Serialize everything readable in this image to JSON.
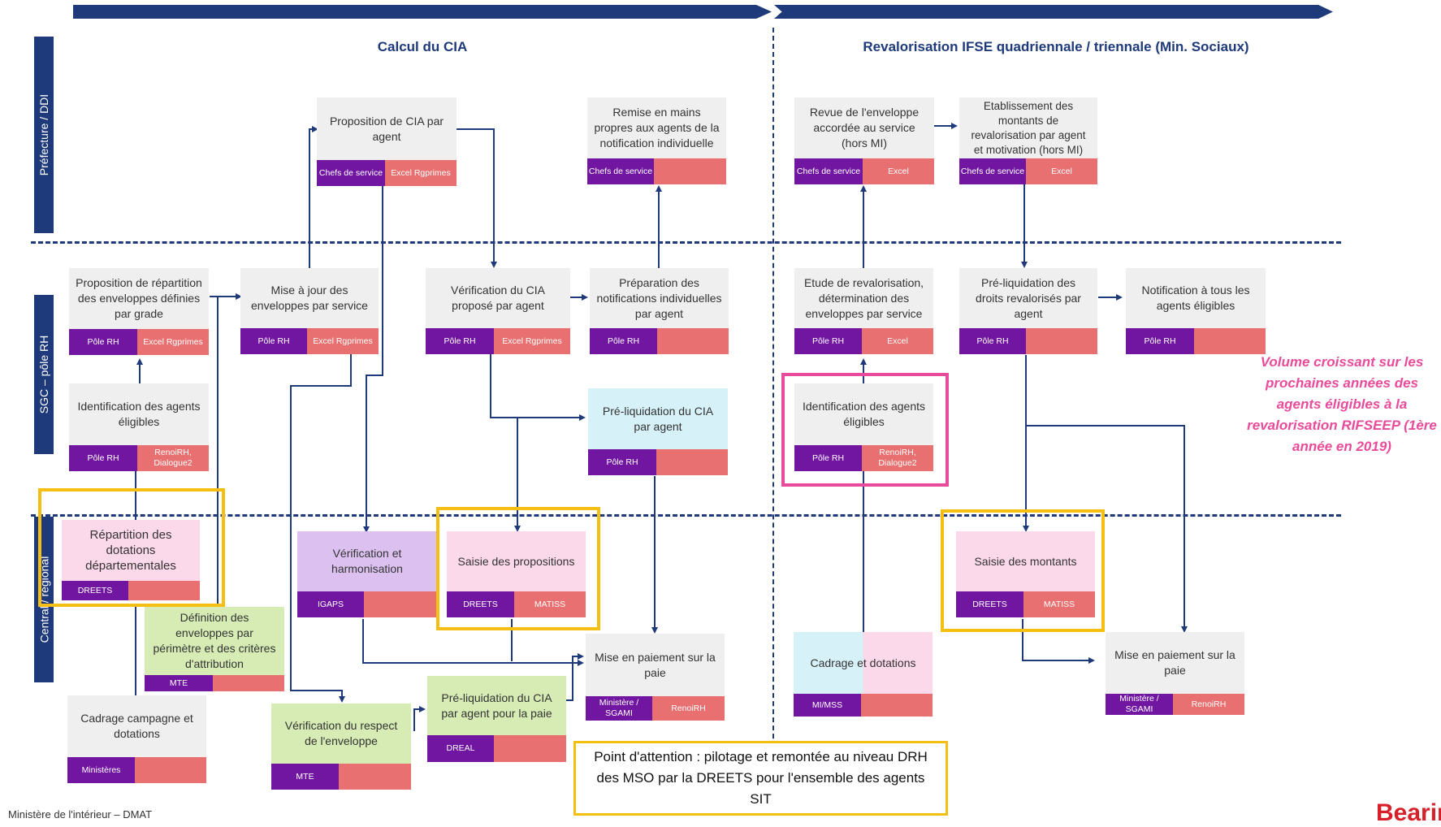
{
  "phases": {
    "left_title": "Calcul du CIA",
    "right_title": "Revalorisation IFSE quadriennale / triennale (Min. Sociaux)"
  },
  "lanes": {
    "prefecture": "Préfecture / DDI",
    "sgc": "SGC – pôle RH",
    "central": "Central / régional"
  },
  "boxes": {
    "proposition_repartition": {
      "text": "Proposition de répartition des enveloppes définies par grade",
      "actor": "Pôle RH",
      "tool": "Excel Rgprimes"
    },
    "identification_left": {
      "text": "Identification des agents éligibles",
      "actor": "Pôle RH",
      "tool": "RenoiRH, Dialogue2"
    },
    "repartition_dotations": {
      "text": "Répartition des dotations départementales",
      "actor": "DREETS",
      "tool": ""
    },
    "definition_enveloppes": {
      "text": "Définition des enveloppes par périmètre et des critères d'attribution",
      "actor": "MTE",
      "tool": ""
    },
    "cadrage_campagne": {
      "text": "Cadrage campagne et dotations",
      "actor": "Ministères",
      "tool": ""
    },
    "mise_a_jour": {
      "text": "Mise à jour des enveloppes par service",
      "actor": "Pôle RH",
      "tool": "Excel Rgprimes"
    },
    "proposition_cia": {
      "text": "Proposition de CIA par agent",
      "actor": "Chefs de service",
      "tool": "Excel Rgprimes"
    },
    "verification_harmonisation": {
      "text": "Vérification et harmonisation",
      "actor": "IGAPS",
      "tool": ""
    },
    "verification_respect": {
      "text": "Vérification du respect de l'enveloppe",
      "actor": "MTE",
      "tool": ""
    },
    "verification_cia": {
      "text": "Vérification du CIA proposé par agent",
      "actor": "Pôle RH",
      "tool": "Excel Rgprimes"
    },
    "saisie_propositions": {
      "text": "Saisie des propositions",
      "actor": "DREETS",
      "tool": "MATISS"
    },
    "preliq_cia_paie": {
      "text": "Pré-liquidation du CIA par agent pour la paie",
      "actor": "DREAL",
      "tool": ""
    },
    "remise_mains": {
      "text": "Remise en mains propres aux agents de la notification individuelle",
      "actor": "Chefs de service",
      "tool": ""
    },
    "preparation_notif": {
      "text": "Préparation des notifications individuelles par agent",
      "actor": "Pôle RH",
      "tool": ""
    },
    "preliq_cia": {
      "text": "Pré-liquidation du CIA par agent",
      "actor": "Pôle RH",
      "tool": ""
    },
    "mise_paiement_left": {
      "text": "Mise en paiement sur la paie",
      "actor": "Ministère / SGAMI",
      "tool": "RenoiRH"
    },
    "revue_enveloppe": {
      "text": "Revue de l'enveloppe accordée au service (hors MI)",
      "actor": "Chefs de service",
      "tool": "Excel"
    },
    "etablissement_montants": {
      "text": "Etablissement des montants de revalorisation par agent et motivation (hors MI)",
      "actor": "Chefs de service",
      "tool": "Excel"
    },
    "etude_revalorisation": {
      "text": "Etude de revalorisation, détermination des enveloppes par service",
      "actor": "Pôle RH",
      "tool": "Excel"
    },
    "identification_right": {
      "text": "Identification des agents éligibles",
      "actor": "Pôle RH",
      "tool": "RenoiRH, Dialogue2"
    },
    "cadrage_dotations": {
      "text": "Cadrage et dotations",
      "actor": "MI/MSS",
      "tool": ""
    },
    "preliq_droits": {
      "text": "Pré-liquidation des droits revalorisés par agent",
      "actor": "Pôle RH",
      "tool": ""
    },
    "saisie_montants": {
      "text": "Saisie des montants",
      "actor": "DREETS",
      "tool": "MATISS"
    },
    "notification_tous": {
      "text": "Notification à tous les agents éligibles",
      "actor": "Pôle RH",
      "tool": ""
    },
    "mise_paiement_right": {
      "text": "Mise en paiement sur la paie",
      "actor": "Ministère / SGAMI",
      "tool": "RenoiRH"
    }
  },
  "attention_note": "Point d'attention : pilotage et remontée au niveau DRH des MSO par la DREETS pour l'ensemble des agents SIT",
  "volume_note": "Volume croissant sur les prochaines années des agents éligibles à la revalorisation RIFSEEP (1ère année en 2019)",
  "footer": "Ministère de l'intérieur – DMAT",
  "logo": "BearingPo",
  "colors": {
    "navy": "#1f3a7a",
    "purple": "#7016a0",
    "salmon": "#e97070",
    "yellow": "#f5be12",
    "magenta": "#e84b9b"
  }
}
